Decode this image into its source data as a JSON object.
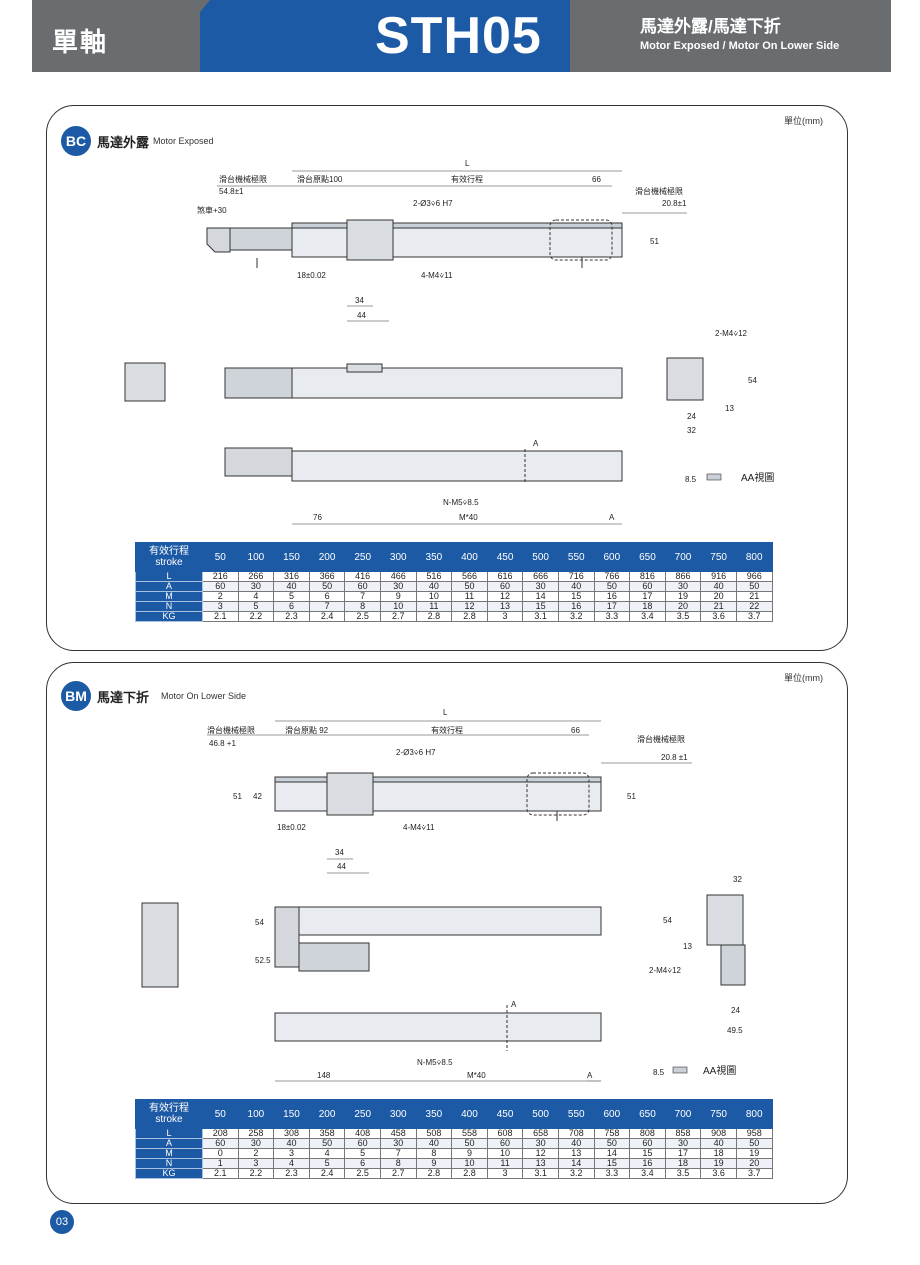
{
  "header": {
    "left_label": "單軸",
    "model": "STH05",
    "title_zh": "馬達外露/馬達下折",
    "title_en": "Motor Exposed / Motor On Lower Side"
  },
  "unit": "單位(mm)",
  "section_bc": {
    "badge": "BC",
    "title": "馬達外露",
    "subtitle": "Motor Exposed",
    "labels": {
      "L": "L",
      "slide_limit": "滑台機械極限",
      "slide_limit_val": "54.8±1",
      "origin": "滑台原點100",
      "stroke": "有效行程",
      "d66": "66",
      "slide_limit_r": "滑台機械極限",
      "slide_limit_r_val": "20.8±1",
      "brake": "煞車+30",
      "pin": "2-Ø3⩒6 H7",
      "d51": "51",
      "tol": "18±0.02",
      "m4": "4-M4⩒11",
      "d34": "34",
      "d44": "44",
      "m4_12": "2-M4⩒12",
      "d54": "54",
      "d13": "13",
      "d24": "24",
      "d32": "32",
      "secA": "A",
      "m5": "N-M5⩒8.5",
      "d76": "76",
      "m40": "M*40",
      "d85": "8.5",
      "aa": "AA視圖"
    },
    "table": {
      "head_zh": "有效行程",
      "head_en": "stroke",
      "strokes": [
        "50",
        "100",
        "150",
        "200",
        "250",
        "300",
        "350",
        "400",
        "450",
        "500",
        "550",
        "600",
        "650",
        "700",
        "750",
        "800"
      ],
      "rows": [
        {
          "name": "L",
          "values": [
            "216",
            "266",
            "316",
            "366",
            "416",
            "466",
            "516",
            "566",
            "616",
            "666",
            "716",
            "766",
            "816",
            "866",
            "916",
            "966"
          ]
        },
        {
          "name": "A",
          "values": [
            "60",
            "30",
            "40",
            "50",
            "60",
            "30",
            "40",
            "50",
            "60",
            "30",
            "40",
            "50",
            "60",
            "30",
            "40",
            "50"
          ]
        },
        {
          "name": "M",
          "values": [
            "2",
            "4",
            "5",
            "6",
            "7",
            "9",
            "10",
            "11",
            "12",
            "14",
            "15",
            "16",
            "17",
            "19",
            "20",
            "21"
          ]
        },
        {
          "name": "N",
          "values": [
            "3",
            "5",
            "6",
            "7",
            "8",
            "10",
            "11",
            "12",
            "13",
            "15",
            "16",
            "17",
            "18",
            "20",
            "21",
            "22"
          ]
        },
        {
          "name": "KG",
          "values": [
            "2.1",
            "2.2",
            "2.3",
            "2.4",
            "2.5",
            "2.7",
            "2.8",
            "2.8",
            "3",
            "3.1",
            "3.2",
            "3.3",
            "3.4",
            "3.5",
            "3.6",
            "3.7"
          ]
        }
      ]
    }
  },
  "section_bm": {
    "badge": "BM",
    "title": "馬達下折",
    "subtitle": "Motor On Lower Side",
    "labels": {
      "L": "L",
      "slide_limit": "滑台機械極限",
      "slide_limit_val": "46.8 +1",
      "origin": "滑台原點 92",
      "stroke": "有效行程",
      "d66": "66",
      "slide_limit_r": "滑台機械極限",
      "slide_limit_r_val": "20.8 ±1",
      "pin": "2-Ø3⩒6 H7",
      "d51": "51",
      "d42": "42",
      "d51r": "51",
      "tol": "18±0.02",
      "m4": "4-M4⩒11",
      "d34": "34",
      "d44": "44",
      "d32": "32",
      "d54": "54",
      "d525": "52.5",
      "d54r": "54",
      "d13": "13",
      "m4_12": "2-M4⩒12",
      "d24": "24",
      "d495": "49.5",
      "secA": "A",
      "m5": "N-M5⩒8.5",
      "d148": "148",
      "m40": "M*40",
      "d85": "8.5",
      "aa": "AA視圖"
    },
    "table": {
      "head_zh": "有效行程",
      "head_en": "stroke",
      "strokes": [
        "50",
        "100",
        "150",
        "200",
        "250",
        "300",
        "350",
        "400",
        "450",
        "500",
        "550",
        "600",
        "650",
        "700",
        "750",
        "800"
      ],
      "rows": [
        {
          "name": "L",
          "values": [
            "208",
            "258",
            "308",
            "358",
            "408",
            "458",
            "508",
            "558",
            "608",
            "658",
            "708",
            "758",
            "808",
            "858",
            "908",
            "958"
          ]
        },
        {
          "name": "A",
          "values": [
            "60",
            "30",
            "40",
            "50",
            "60",
            "30",
            "40",
            "50",
            "60",
            "30",
            "40",
            "50",
            "60",
            "30",
            "40",
            "50"
          ]
        },
        {
          "name": "M",
          "values": [
            "0",
            "2",
            "3",
            "4",
            "5",
            "7",
            "8",
            "9",
            "10",
            "12",
            "13",
            "14",
            "15",
            "17",
            "18",
            "19"
          ]
        },
        {
          "name": "N",
          "values": [
            "1",
            "3",
            "4",
            "5",
            "6",
            "8",
            "9",
            "10",
            "11",
            "13",
            "14",
            "15",
            "16",
            "18",
            "19",
            "20"
          ]
        },
        {
          "name": "KG",
          "values": [
            "2.1",
            "2.2",
            "2.3",
            "2.4",
            "2.5",
            "2.7",
            "2.8",
            "2.8",
            "3",
            "3.1",
            "3.2",
            "3.3",
            "3.4",
            "3.5",
            "3.6",
            "3.7"
          ]
        }
      ]
    }
  },
  "page_number": "03",
  "colors": {
    "brand_blue": "#1d5aa5",
    "header_gray": "#6a6d70"
  }
}
